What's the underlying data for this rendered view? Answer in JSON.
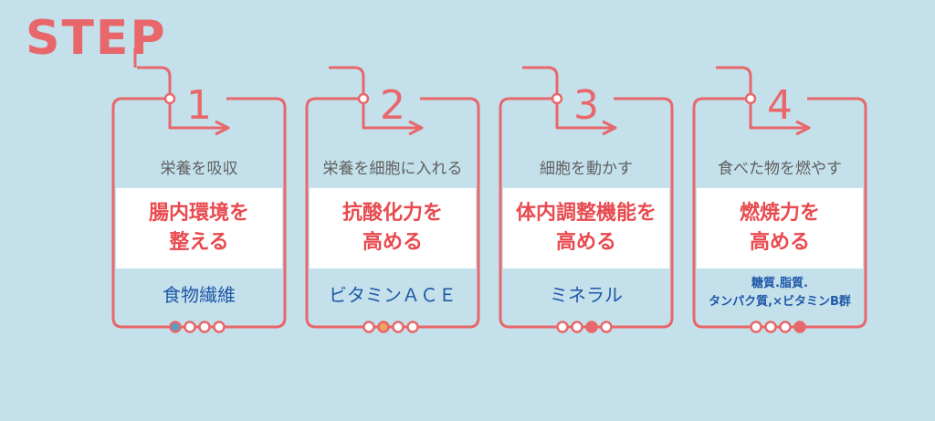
{
  "header": {
    "title": "STEP"
  },
  "colors": {
    "background": "#c4e1eb",
    "accent": "#e8676a",
    "main_text": "#e84a4f",
    "tag_text": "#1f57a8"
  },
  "steps": [
    {
      "number": "1",
      "subtitle": "栄養を吸収",
      "main_line1": "腸内環境を",
      "main_line2": "整える",
      "tag_line1": "食物繊維",
      "tag_line2": "",
      "active_dot": 1,
      "active_color": "#56a0c4"
    },
    {
      "number": "2",
      "subtitle": "栄養を細胞に入れる",
      "main_line1": "抗酸化力を",
      "main_line2": "高める",
      "tag_line1": "ビタミンＡＣＥ",
      "tag_line2": "",
      "active_dot": 2,
      "active_color": "#f2a35c"
    },
    {
      "number": "3",
      "subtitle": "細胞を動かす",
      "main_line1": "体内調整機能を",
      "main_line2": "高める",
      "tag_line1": "ミネラル",
      "tag_line2": "",
      "active_dot": 3,
      "active_color": "#e8676a"
    },
    {
      "number": "4",
      "subtitle": "食べた物を燃やす",
      "main_line1": "燃焼力を",
      "main_line2": "高める",
      "tag_line1": "糖質.脂質.",
      "tag_line2": "タンパク質,×ビタミンB群",
      "active_dot": 4,
      "active_color": "#e8676a"
    }
  ]
}
